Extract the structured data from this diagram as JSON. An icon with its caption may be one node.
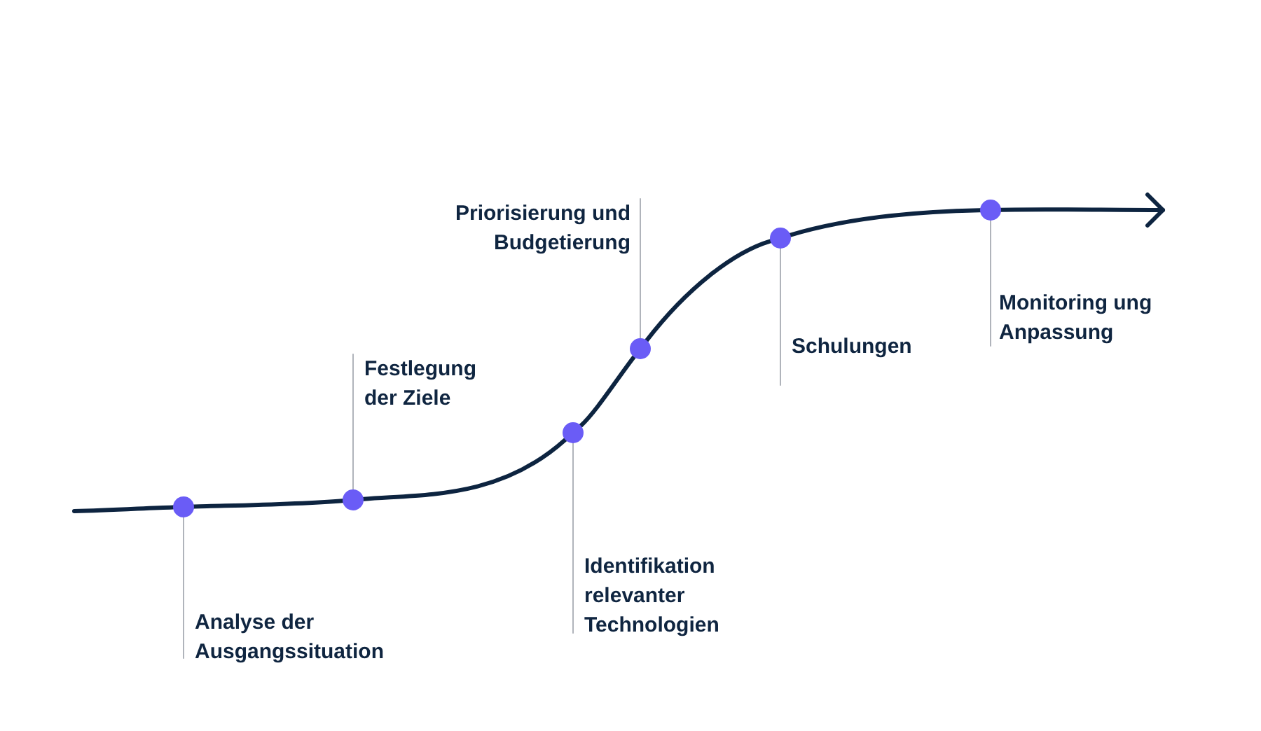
{
  "diagram": {
    "nodes": [
      {
        "text": [
          "Analyse der Ausgangssituation"
        ]
      },
      {
        "text": [
          "Festlegung der Ziele"
        ]
      },
      {
        "text": [
          "Identifikation relevanter Technologien"
        ]
      },
      {
        "text": [
          "Priorisierung und Budgetierung"
        ]
      },
      {
        "text": [
          "Schulungen"
        ]
      },
      {
        "text": [
          "Monitoring ung Anpassung"
        ]
      },
      {
        "text": [],
        "shape": "circle"
      },
      {
        "text": [],
        "shape": "circle"
      },
      {
        "text": [],
        "shape": "circle"
      },
      {
        "text": [],
        "shape": "circle"
      },
      {
        "text": [],
        "shape": "circle"
      },
      {
        "text": [],
        "shape": "circle"
      }
    ],
    "edges": [
      {
        "from": null,
        "to": 6,
        "arrow": "none"
      },
      {
        "from": 6,
        "to": 7,
        "arrow": "none"
      },
      {
        "from": 7,
        "to": 8,
        "arrow": "none"
      },
      {
        "from": 8,
        "to": 9,
        "arrow": "none"
      },
      {
        "from": 9,
        "to": 10,
        "arrow": "none"
      },
      {
        "from": 10,
        "to": 11,
        "arrow": "none"
      },
      {
        "from": 11,
        "to": null,
        "arrow": "to"
      },
      {
        "from": 0,
        "to": 6,
        "arrow": "none",
        "color": "#b0b4bb"
      },
      {
        "from": 1,
        "to": 7,
        "arrow": "none",
        "color": "#b0b4bb"
      },
      {
        "from": 2,
        "to": 8,
        "arrow": "none",
        "color": "#b0b4bb"
      },
      {
        "from": 3,
        "to": 9,
        "arrow": "none",
        "color": "#b0b4bb"
      },
      {
        "from": 4,
        "to": 10,
        "arrow": "none",
        "color": "#b0b4bb"
      },
      {
        "from": 5,
        "to": 11,
        "arrow": "none",
        "color": "#b0b4bb"
      }
    ]
  }
}
